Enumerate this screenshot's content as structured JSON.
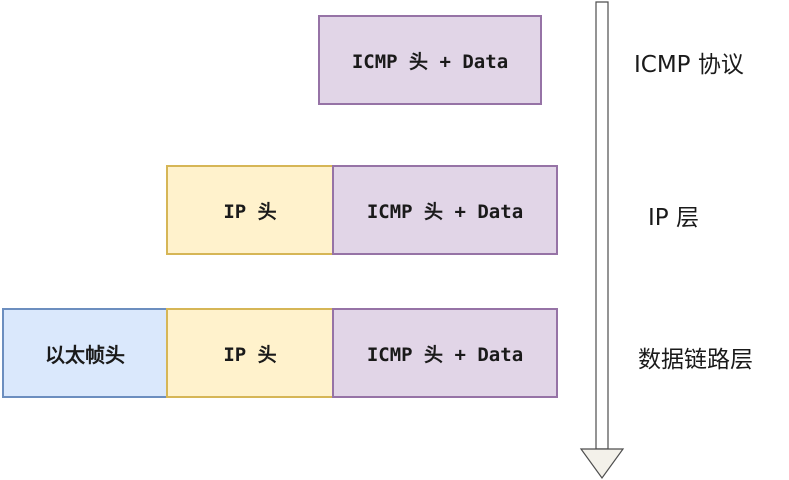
{
  "rows": [
    {
      "layer_label": "ICMP 协议",
      "segments": {
        "icmp": "ICMP 头 + Data"
      }
    },
    {
      "layer_label": "IP 层",
      "segments": {
        "ip": "IP 头",
        "icmp": "ICMP 头 + Data"
      }
    },
    {
      "layer_label": "数据链路层",
      "segments": {
        "eth": "以太帧头",
        "ip": "IP 头",
        "icmp": "ICMP 头 + Data"
      }
    }
  ],
  "colors": {
    "purple_fill": "#e1d5e7",
    "purple_border": "#9673a6",
    "yellow_fill": "#fff2cc",
    "yellow_border": "#d6b656",
    "blue_fill": "#dae8fc",
    "blue_border": "#6c8ebf",
    "arrow": "#4d4d4d"
  }
}
